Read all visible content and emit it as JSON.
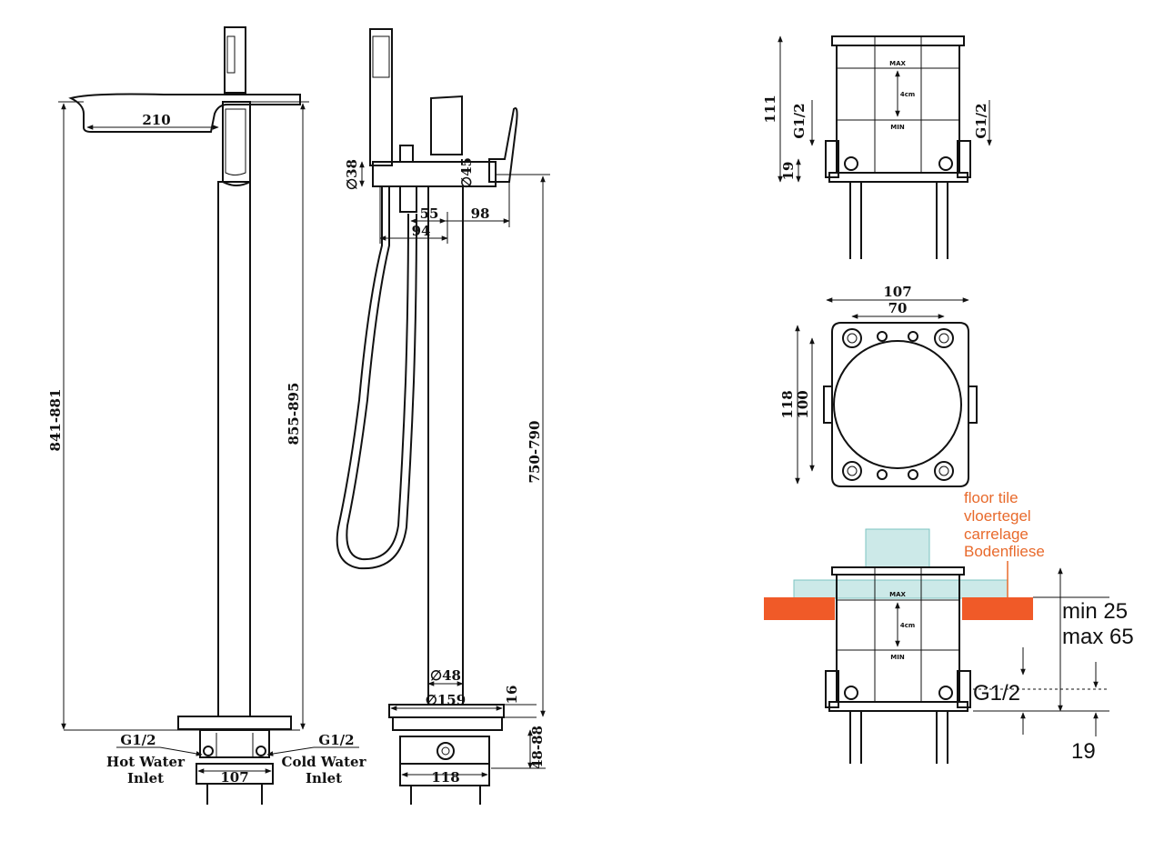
{
  "side_view": {
    "spout_reach": "210",
    "total_height": "841-881",
    "handle_height": "855-895",
    "inlet_left": "G1/2",
    "inlet_right": "G1/2",
    "hot_inlet_line1": "Hot Water",
    "hot_inlet_line2": "Inlet",
    "cold_inlet_line1": "Cold Water",
    "cold_inlet_line2": "Inlet",
    "base_width": "107"
  },
  "front_view": {
    "hose_diameter": "38",
    "lever_diameter": "45",
    "offset_a": "55",
    "offset_b": "98",
    "offset_c": "94",
    "column_height": "750-790",
    "pipe_diameter": "48",
    "base_diameter": "159",
    "base_thickness": "16",
    "box_depth": "48-88",
    "box_width": "118",
    "diameter_symbol": "∅"
  },
  "box_side": {
    "height": "111",
    "inlet_left": "G1/2",
    "inlet_right": "G1/2",
    "bottom": "19",
    "max_label": "MAX",
    "min_label": "MIN",
    "gap_label": "4cm"
  },
  "box_top": {
    "outer_width": "107",
    "inner_width": "70",
    "outer_height": "118",
    "inner_height": "100"
  },
  "installed": {
    "tile_line1": "floor tile",
    "tile_line2": "vloertegel",
    "tile_line3": "carrelage",
    "tile_line4": "Bodenfliese",
    "min_depth": "min 25",
    "max_depth": "max 65",
    "inlet": "G1/2",
    "bottom": "19",
    "max_label": "MAX",
    "min_label": "MIN",
    "gap_label": "4cm"
  },
  "colors": {
    "tile": "#f05a28",
    "glass": "#bfe3e2",
    "callout": "#e86a2c"
  }
}
